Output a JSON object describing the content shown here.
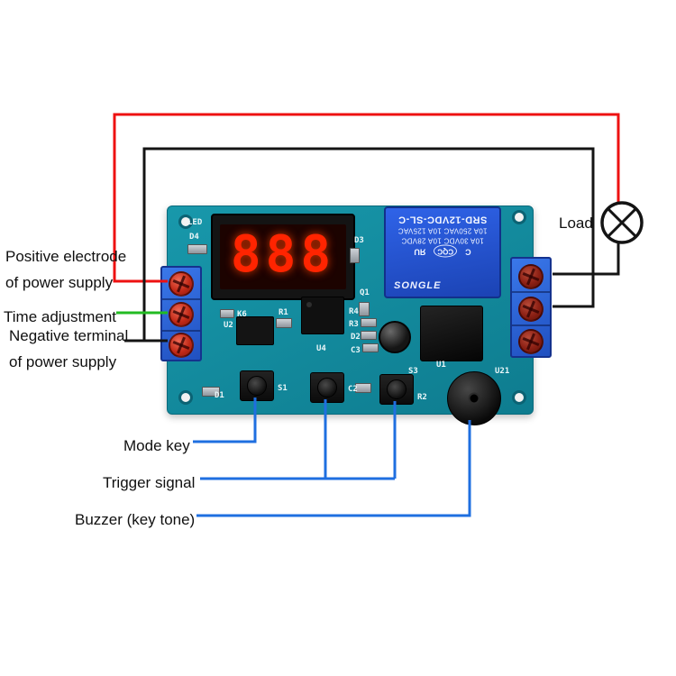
{
  "colors": {
    "wire_red": "#ee1111",
    "wire_black": "#141414",
    "wire_green": "#22bb22",
    "wire_blue": "#1f6fe0"
  },
  "annotations": {
    "positive_line1": "Positive electrode",
    "positive_line2": "of power supply",
    "time_adjustment": "Time adjustment",
    "negative_line1": "Negative terminal",
    "negative_line2": "of power supply",
    "mode_key": "Mode key",
    "trigger_signal": "Trigger signal",
    "buzzer": "Buzzer (key tone)",
    "load": "Load"
  },
  "board": {
    "display_value": "888",
    "relay": {
      "model": "SRD-12VDC-SL-C",
      "rating_line1": "10A 250VAC  10A 125VAC",
      "rating_line2": "10A 30VDC  10A 28VDC",
      "brand": "SONGLE",
      "cert_c": "C",
      "cert_cqc": "CQC",
      "cert_ul": "ЯU"
    },
    "silkscreen": {
      "led": "LED",
      "d4": "D4",
      "d3": "D3",
      "q1": "Q1",
      "r4": "R4",
      "r3": "R3",
      "d2": "D2",
      "c3": "C3",
      "k6": "K6",
      "r1": "R1",
      "u2": "U2",
      "u4": "U4",
      "d1": "D1",
      "s1": "S1",
      "c2": "C2",
      "s3": "S3",
      "u1": "U1",
      "r2": "R2",
      "u21": "U21"
    }
  }
}
